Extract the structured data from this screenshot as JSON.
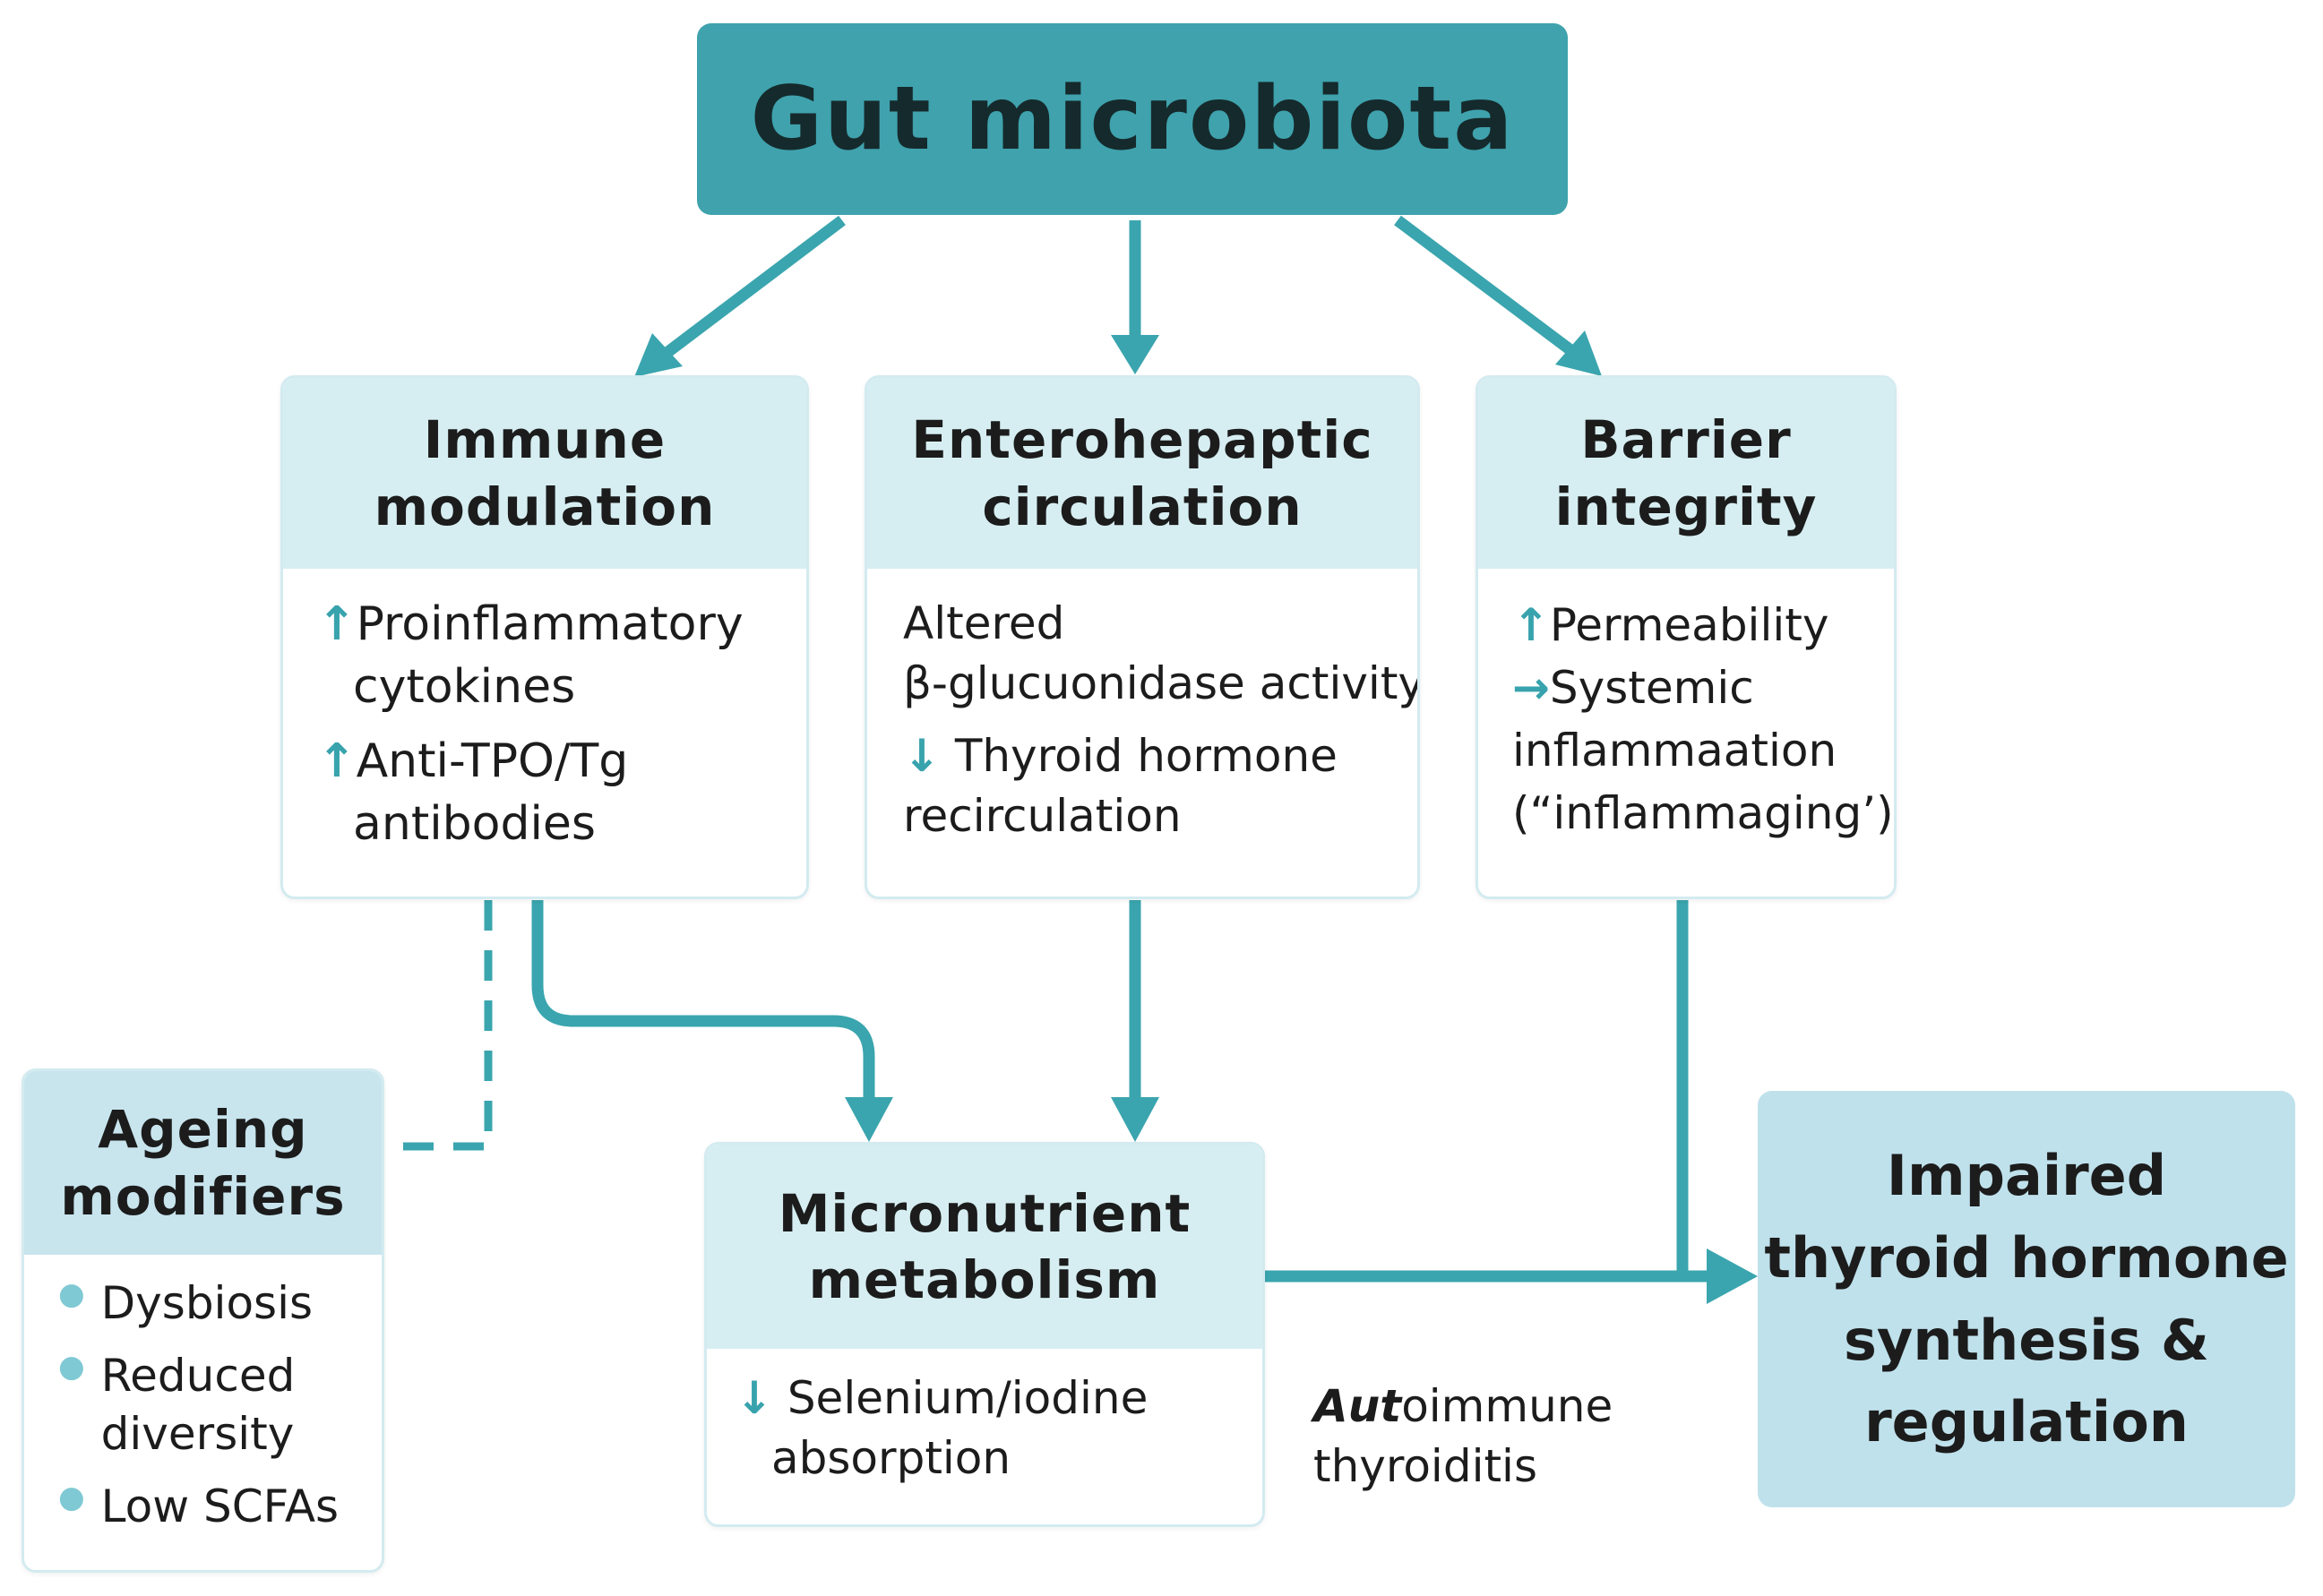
{
  "root": {
    "title": "Gut microbiota"
  },
  "mechanisms": [
    {
      "title_lines": [
        "Immune",
        "modulation"
      ],
      "items": [
        {
          "symbol": "↑",
          "lines": [
            "Proinflammatory",
            "cytokines"
          ]
        },
        {
          "symbol": "↑",
          "lines": [
            "Anti-TPO/Tg",
            "antibodies"
          ]
        }
      ]
    },
    {
      "title_lines": [
        "Enterohepaptic",
        "circulation"
      ],
      "items": [
        {
          "symbol": "",
          "lines": [
            "Altered",
            "β-glucuonidase activity"
          ]
        },
        {
          "symbol": "↓",
          "lines": [
            "Thyroid hormone",
            "recirculation"
          ]
        }
      ]
    },
    {
      "title_lines": [
        "Barrier",
        "integrity"
      ],
      "items": [
        {
          "symbol": "↑",
          "lines": [
            "Permeability"
          ]
        },
        {
          "symbol": "→",
          "lines": [
            "Systemic",
            "inflammaation",
            "(“inflammaging’)"
          ]
        }
      ]
    }
  ],
  "ageing": {
    "title_lines": [
      "Ageing",
      "modifiers"
    ],
    "bullets": [
      "Dysbiosis",
      "Reduced diversity",
      "Low SCFAs"
    ]
  },
  "micronutrient": {
    "title_lines": [
      "Micronutrient",
      "metabolism"
    ],
    "items": [
      {
        "symbol": "↓",
        "lines": [
          "Selenium/iodine",
          "absorption"
        ]
      }
    ]
  },
  "note": {
    "emphasis": "Aut",
    "rest": "oimmune",
    "line2": "thyroiditis"
  },
  "outcome": {
    "title_lines": [
      "Impaired",
      "thyroid hormone",
      "synthesis &",
      "regulation"
    ]
  },
  "colors": {
    "root_fill": "#3fa2ad",
    "arrow": "#3aa5ae",
    "header_fill": "#d6eef2",
    "outcome_fill": "#bfe1ec",
    "dashed": "#3aa5ae"
  }
}
